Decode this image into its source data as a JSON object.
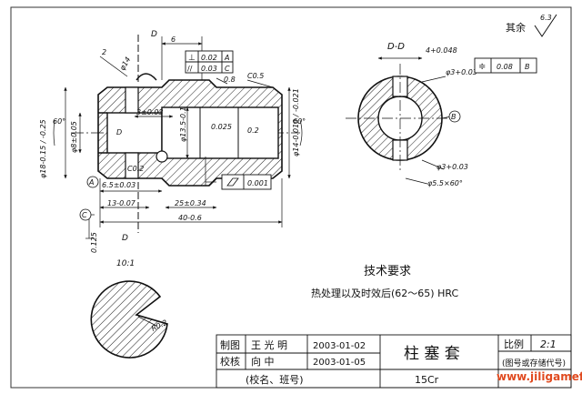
{
  "drawing": {
    "roughness_other": "其余",
    "roughness_other_value": "6.3",
    "section_label": "D-D",
    "section_mark": "D",
    "datum_a": "A",
    "datum_b": "B",
    "datum_c": "C",
    "detail_scale": "10:1"
  },
  "dimensions": {
    "d_top_6": "6",
    "d_2": "2",
    "d_phi14": "φ14",
    "d_phi18": "φ18-0.15 / -0.25",
    "d_phi8": "φ8±0.05",
    "d_phi13": "φ13.5-0.1",
    "d_phi14_right": "φ14-0.010 / -0.021",
    "d_60_left": "60°",
    "d_60_right": "60°",
    "d_3": "3±0.03",
    "d_08": "0.8",
    "d_c05": "C0.5",
    "d_c02": "C0.2",
    "d_0025": "0.025",
    "d_02": "0.2",
    "d_65": "6.5±0.03",
    "d_13": "13-0.07",
    "d_25": "25±0.34",
    "d_40": "40-0.6",
    "d_0125": "0.125",
    "d_4": "4+0.048",
    "d_phi3_top": "φ3+0.03",
    "d_phi3_bot": "φ3+0.03",
    "d_phi55": "φ5.5×60°",
    "d_r02": "R0.2"
  },
  "tolerances": {
    "perp_sym": "⊥",
    "perp_val": "0.02",
    "perp_ref": "A",
    "par_sym": "//",
    "par_val": "0.03",
    "par_ref": "C",
    "cyl_val": "0.001",
    "sym_sym": "≑",
    "sym_val": "0.08",
    "sym_ref": "B"
  },
  "notes": {
    "heading": "技术要求",
    "line1": "热处理以及时效后(62～65) HRC"
  },
  "title_block": {
    "drawn_label": "制图",
    "drawn_name": "王 光 明",
    "drawn_date": "2003-01-02",
    "checked_label": "校核",
    "checked_name": "向    中",
    "checked_date": "2003-01-05",
    "part_name": "柱 塞 套",
    "scale_label": "比例",
    "scale_value": "2:1",
    "drawing_no": "(图号或存储代号)",
    "school": "(校名、班号)",
    "material": "15Cr"
  },
  "watermark": "www.jiligamefun.com"
}
